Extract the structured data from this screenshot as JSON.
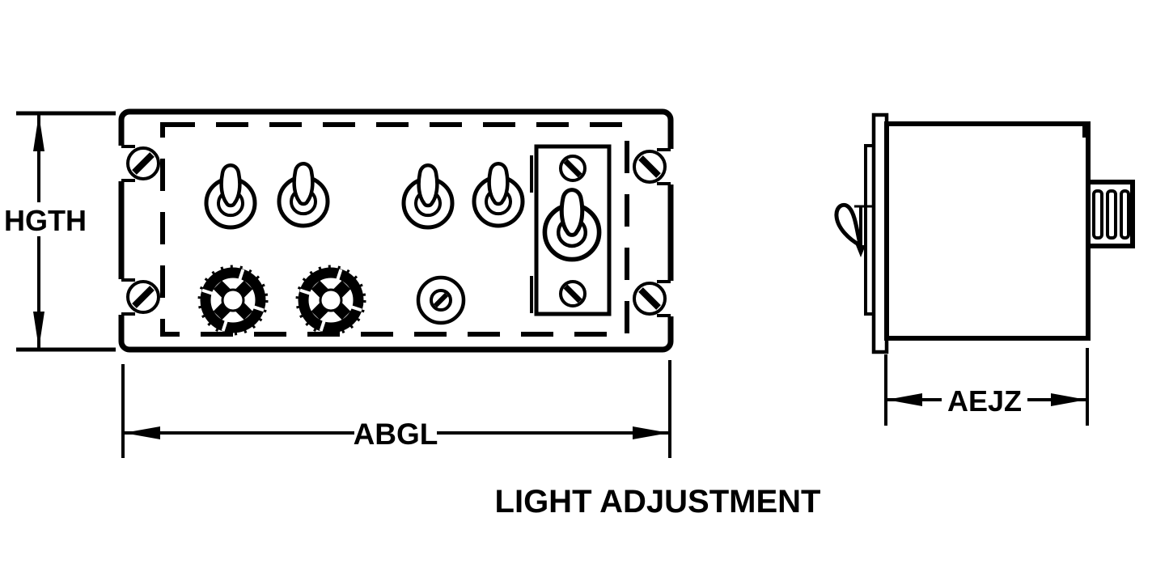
{
  "colors": {
    "ink": "#000000",
    "paper": "#ffffff"
  },
  "title": {
    "text": "LIGHT ADJUSTMENT"
  },
  "dimensions": {
    "height_label": "HGTH",
    "width_label": "ABGL",
    "depth_label": "AEJZ"
  },
  "front_view": {
    "toggle_switches": 5,
    "edge_screws": 4,
    "subpanel_screws": 2,
    "knurled_knobs": 2,
    "adjustment_screws": 1
  },
  "side_view": {
    "connector_slots": 3
  }
}
